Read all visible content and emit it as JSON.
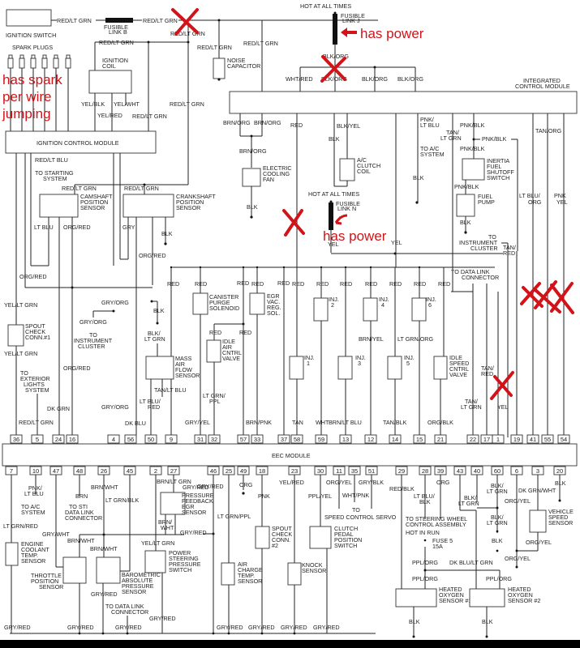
{
  "title": "EEC Module Wiring Diagram",
  "annotations": {
    "spark_note": [
      "has spark",
      "per wire",
      "jumping"
    ],
    "power_note_top": "has power",
    "power_note_mid": "has power"
  },
  "top": {
    "ignition_switch": "IGNITION SWITCH",
    "fusible_link_b": [
      "FUSIBLE",
      "LINK B"
    ],
    "spark_plugs": "SPARK PLUGS",
    "ignition_coil": [
      "IGNITION",
      "COIL"
    ],
    "noise_capacitor": [
      "NOISE",
      "CAPACITOR"
    ],
    "hot_at_all_times_1": "HOT AT ALL TIMES",
    "fusible_link_j": [
      "FUSIBLE",
      "LINK J"
    ],
    "integrated_control_module": [
      "INTEGRATED",
      "CONTROL MODULE"
    ],
    "ignition_control_module": "IGNITION CONTROL MODULE",
    "wires": {
      "red_lt_grn": "RED/LT GRN",
      "yel_blk": "YEL/BLK",
      "yel_wht": "YEL/WHT",
      "yel_red": "YEL/RED",
      "blk_org": "BLK/ORG",
      "wht_red": "WHT/RED",
      "brn_org": "BRN/ORG",
      "red": "RED",
      "blk_yel": "BLK/YEL",
      "blk": "BLK",
      "pnk_lt_blu": [
        "PNK/",
        "LT BLU"
      ],
      "tan_lt_grn": [
        "TAN/",
        "LT GRN"
      ],
      "pnk_blk": "PNK/BLK",
      "tan_org": "TAN/ORG",
      "lt_blu_org": [
        "LT BLU/",
        "ORG"
      ],
      "pnk_yel": [
        "PNK",
        "YEL"
      ],
      "red_lt_blu": "RED/LT BLU"
    }
  },
  "middle": {
    "to_starting_system": [
      "TO STARTING",
      "SYSTEM"
    ],
    "electric_cooling_fan": [
      "ELECTRIC",
      "COOLING",
      "FAN"
    ],
    "ac_clutch_coil": [
      "A/C",
      "CLUTCH",
      "COIL"
    ],
    "to_ac_system": [
      "TO A/C",
      "SYSTEM"
    ],
    "inertia_switch": [
      "INERTIA",
      "FUEL",
      "SHUTOFF",
      "SWITCH"
    ],
    "fuel_pump": [
      "FUEL",
      "PUMP"
    ],
    "camshaft_sensor": [
      "CAMSHAFT",
      "POSITION",
      "SENSOR"
    ],
    "crankshaft_sensor": [
      "CRANKSHAFT",
      "POSITION",
      "SENSOR"
    ],
    "hot_at_all_times_2": "HOT AT ALL TIMES",
    "fusible_link_n": [
      "FUSIBLE",
      "LINK N"
    ],
    "to_instrument_cluster": [
      "TO",
      "INSTRUMENT",
      "CLUSTER"
    ],
    "tan_red": [
      "TAN/",
      "RED"
    ],
    "to_data_link": [
      "TO DATA LINK",
      "CONNECTOR"
    ],
    "wires": {
      "lt_blu": "LT BLU",
      "org_red": "ORG/RED",
      "gry": "GRY",
      "yel": "YEL",
      "yel_lt_grn": "YEL/LT GRN",
      "gry_org": "GRY/ORG",
      "blk_lt_grn": [
        "BLK/",
        "LT GRN"
      ],
      "tan_lt_blu": "TAN/LT BLU",
      "lt_blu_red": [
        "LT BLU/",
        "RED"
      ],
      "lt_grn_ppl": [
        "LT GRN/",
        "PPL"
      ],
      "brn_yel": "BRN/YEL",
      "lt_grn_org": "LT GRN/ORG",
      "dk_grn": "DK GRN",
      "dk_blu": "DK BLU",
      "gry_yel": "GRY/YEL",
      "brn_pnk": "BRN/PNK",
      "tan": "TAN",
      "wht": "WHT",
      "brn_lt_blu": "BRN/LT BLU",
      "tan_blk": "TAN/BLK",
      "org_blk": "ORG/BLK"
    },
    "spout_conn_1": [
      "SPOUT",
      "CHECK",
      "CONN.#1"
    ],
    "to_instrument_cluster_2": [
      "TO",
      "INSTRUMENT",
      "CLUSTER"
    ],
    "to_exterior_lights": [
      "TO",
      "EXTERIOR",
      "LIGHTS",
      "SYSTEM"
    ],
    "canister_purge": [
      "CANISTER",
      "PURGE",
      "SOLENOID"
    ],
    "egr_vac": [
      "EGR",
      "VAC.",
      "REG.",
      "SOL."
    ],
    "idle_air": [
      "IDLE",
      "AIR",
      "CNTRL",
      "VALVE"
    ],
    "mass_air_flow": [
      "MASS",
      "AIR",
      "FLOW",
      "SENSOR"
    ],
    "injectors": [
      "INJ.",
      "1",
      "2",
      "3",
      "4",
      "5",
      "6"
    ],
    "idle_speed": [
      "IDLE",
      "SPEED",
      "CNTRL",
      "VALVE"
    ]
  },
  "eec": {
    "label": "EEC MODULE",
    "top_pins": [
      "36",
      "5",
      "24",
      "16",
      "4",
      "56",
      "50",
      "9",
      "31",
      "32",
      "57",
      "33",
      "37",
      "58",
      "59",
      "13",
      "12",
      "14",
      "15",
      "21",
      "22",
      "17",
      "1",
      "19",
      "41",
      "55",
      "54"
    ],
    "bottom_pins": [
      "7",
      "10",
      "47",
      "48",
      "26",
      "45",
      "2",
      "27",
      "46",
      "25",
      "49",
      "18",
      "23",
      "30",
      "11",
      "35",
      "51",
      "29",
      "28",
      "39",
      "43",
      "40",
      "60",
      "6",
      "3",
      "20"
    ]
  },
  "bottom": {
    "to_ac_system": [
      "TO A/C",
      "SYSTEM"
    ],
    "to_sti": [
      "TO STI",
      "DATA LINK",
      "CONNECTOR"
    ],
    "pressure_feedback": [
      "PRESSURE",
      "FEEDBACK",
      "EGR",
      "SENSOR"
    ],
    "engine_coolant": [
      "ENGINE",
      "COOLANT",
      "TEMP.",
      "SENSOR"
    ],
    "throttle_position": [
      "THROTTLE",
      "POSITION",
      "SENSOR"
    ],
    "barometric": [
      "BAROMETRIC",
      "ABSOLUTE",
      "PRESSURE",
      "SENSOR"
    ],
    "power_steering": [
      "POWER",
      "STEERING",
      "PRESSURE",
      "SWITCH"
    ],
    "to_data_link": [
      "TO DATA LINK",
      "CONNECTOR"
    ],
    "spout_conn_2": [
      "SPOUT",
      "CHECK",
      "CONN.",
      "#2"
    ],
    "air_charge": [
      "AIR",
      "CHARGE",
      "TEMP.",
      "SENSOR"
    ],
    "knock_sensor": [
      "KNOCK",
      "SENSOR"
    ],
    "clutch_switch": [
      "CLUTCH",
      "PEDAL",
      "POSITION",
      "SWITCH"
    ],
    "to_speed_control": [
      "TO",
      "SPEED CONTROL SERVO"
    ],
    "to_steering_wheel": [
      "TO STEERING WHEEL",
      "CONTROL ASSEMBLY"
    ],
    "hot_in_run": "HOT IN RUN",
    "fuse5": [
      "FUSE 5",
      "15A"
    ],
    "vehicle_speed": [
      "VEHICLE",
      "SPEED",
      "SENSOR"
    ],
    "heated_o2_1": [
      "HEATED",
      "OXYGEN",
      "SENSOR #1"
    ],
    "heated_o2_2": [
      "HEATED",
      "OXYGEN",
      "SENSOR #2"
    ],
    "wires": {
      "pnk_lt_blu": [
        "PNK/",
        "LT BLU"
      ],
      "brn": "BRN",
      "brn_wht": "BRN/WHT",
      "lt_grn_blk": "LT GRN/BLK",
      "brn_lt_grn": "BRN/LT GRN",
      "brn_wht2": [
        "BRN/",
        "WHT"
      ],
      "gry_red": "GRY/RED",
      "lt_grn_red": "LT GRN/RED",
      "gry_wht": "GRY/WHT",
      "yel_lt_grn": "YEL/LT GRN",
      "lt_grn_ppl": "LT GRN/PPL",
      "org": "ORG",
      "pnk": "PNK",
      "yel_red": "YEL/RED",
      "ppl_yel": "PPL/YEL",
      "org_yel": "ORG/YEL",
      "wht_pnk": "WHT/PNK",
      "gry_blk": "GRY/BLK",
      "red_blk": "RED/BLK",
      "lt_blu_blk": [
        "LT BLU/",
        "BLK"
      ],
      "blk_lt_grn": [
        "BLK/",
        "LT GRN"
      ],
      "dk_grn_wht": "DK GRN/WHT",
      "blk": "BLK",
      "ppl_org": "PPL/ORG",
      "dk_blu_lt_grn": "DK BLU/LT GRN"
    }
  },
  "colors": {
    "annotation": "#d0141a",
    "line": "#222222"
  }
}
